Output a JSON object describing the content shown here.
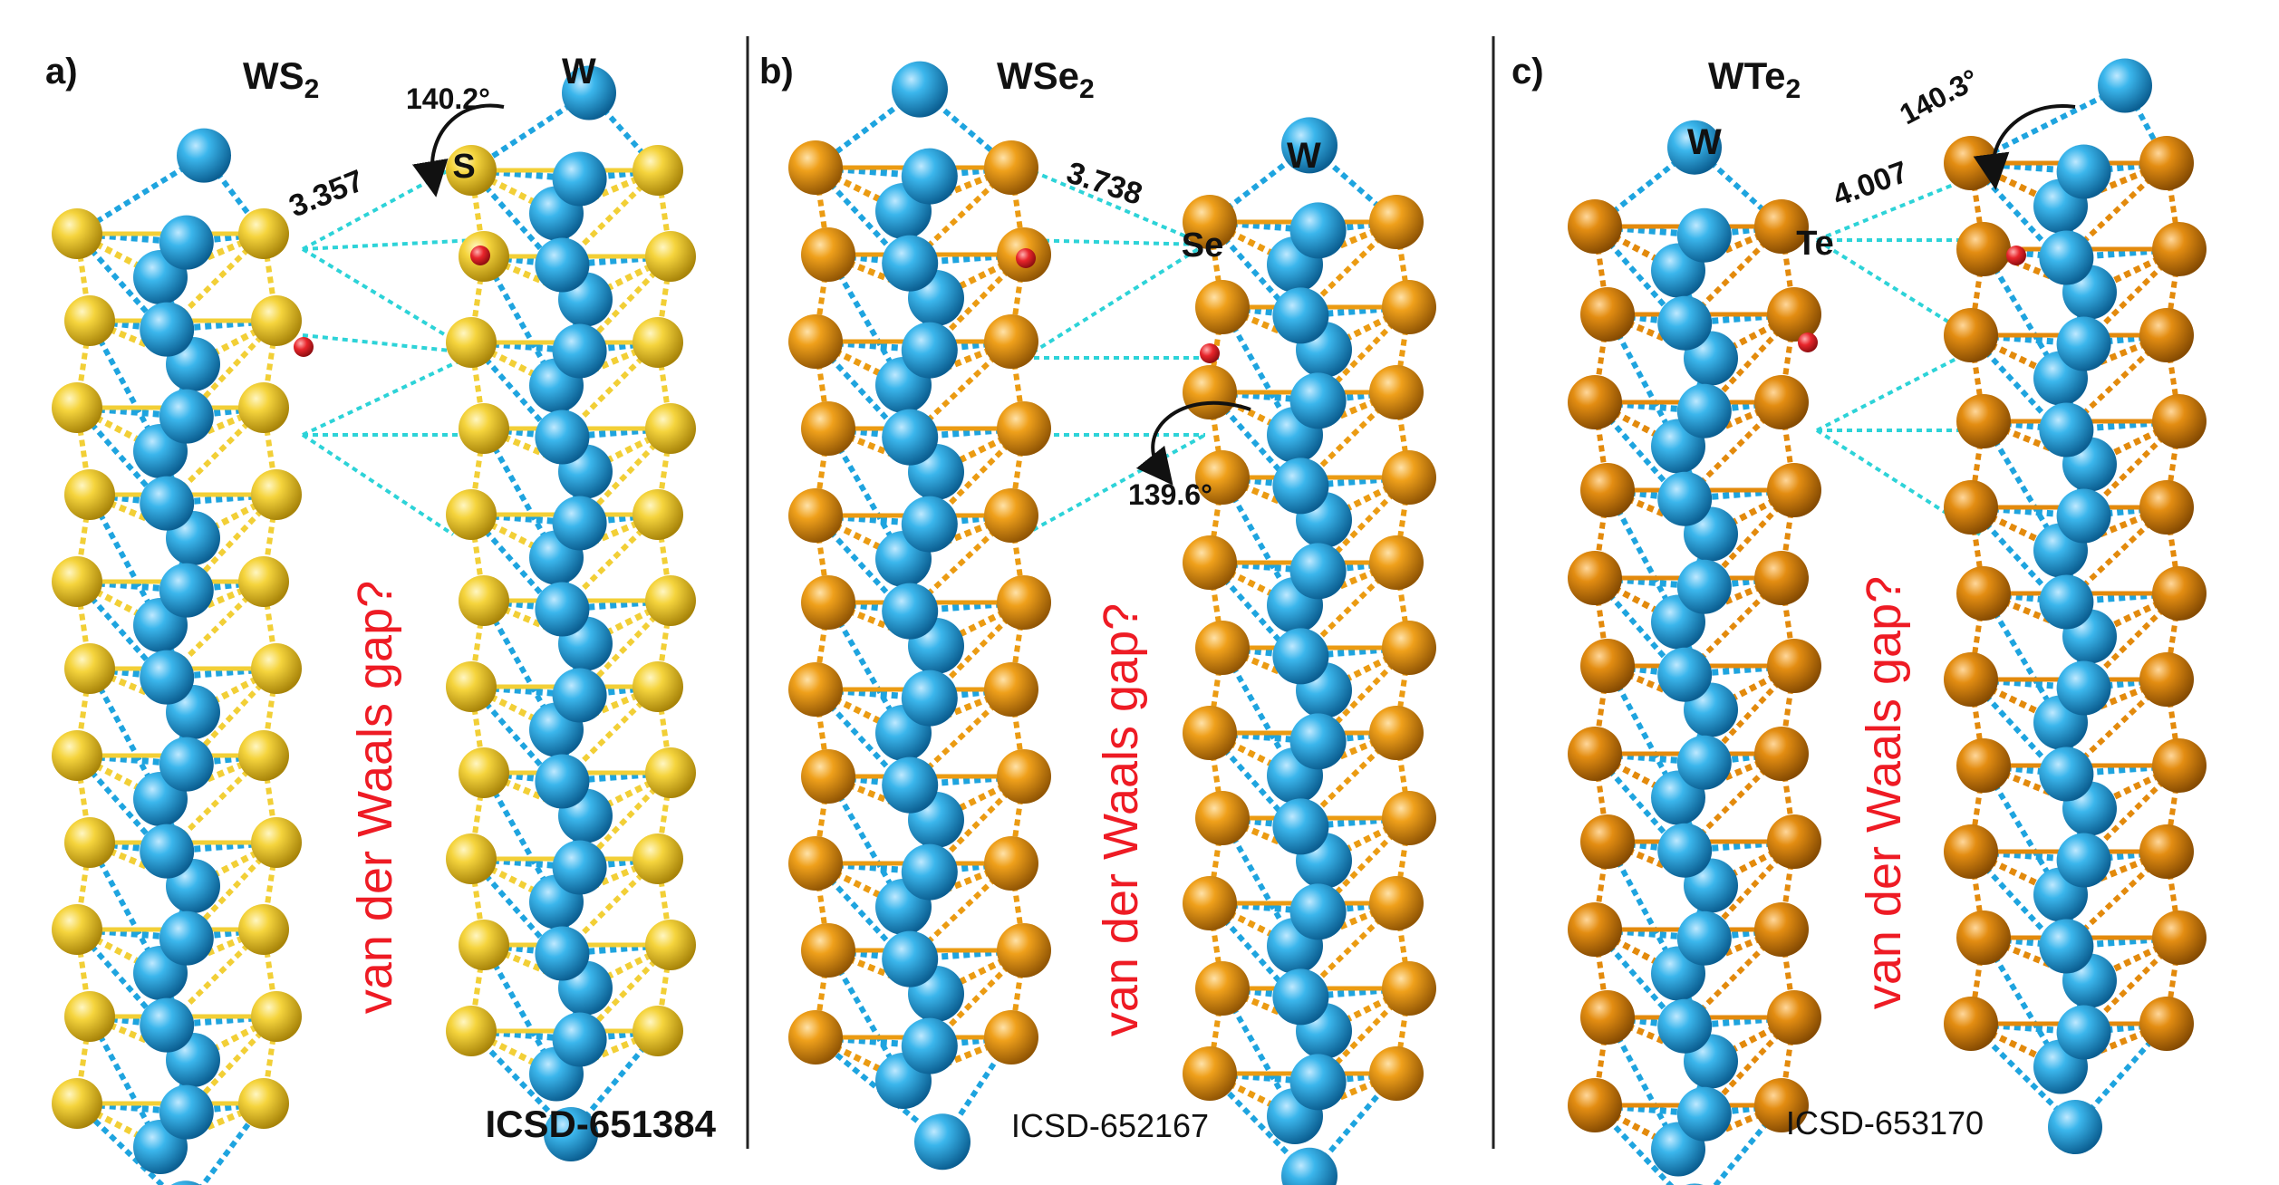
{
  "colors": {
    "tungsten": "#1ea4df",
    "tungsten_dark": "#0e6fa6",
    "sulfur": "#f2cf36",
    "sulfur_dark": "#b79414",
    "selenium": "#eb9b12",
    "selenium_dark": "#a86705",
    "tellurium": "#e38a0c",
    "tellurium_dark": "#9d5a04",
    "interaction": "#2dd3d8",
    "marker": "#e8252b",
    "gap_text": "#ee1b24",
    "divider": "#222222",
    "text": "#111111"
  },
  "panels": [
    {
      "id": "a",
      "panel_label": "a)",
      "formula": "WS",
      "formula_sub": "2",
      "chalcogen": "sulfur",
      "chalcogen_symbol": "S",
      "metal_symbol": "W",
      "distance": "3.357",
      "angle": "140.2°",
      "gap_label": "van der Waals gap?",
      "icsd": "ICSD-651384"
    },
    {
      "id": "b",
      "panel_label": "b)",
      "formula": "WSe",
      "formula_sub": "2",
      "chalcogen": "selenium",
      "chalcogen_symbol": "Se",
      "metal_symbol": "W",
      "distance": "3.738",
      "angle": "139.6°",
      "gap_label": "van der Waals gap?",
      "icsd": "ICSD-652167"
    },
    {
      "id": "c",
      "panel_label": "c)",
      "formula": "WTe",
      "formula_sub": "2",
      "chalcogen": "tellurium",
      "chalcogen_symbol": "Te",
      "metal_symbol": "W",
      "distance": "4.007",
      "angle": "140.3°",
      "gap_label": "van der Waals gap?",
      "icsd": "ICSD-653170"
    }
  ]
}
